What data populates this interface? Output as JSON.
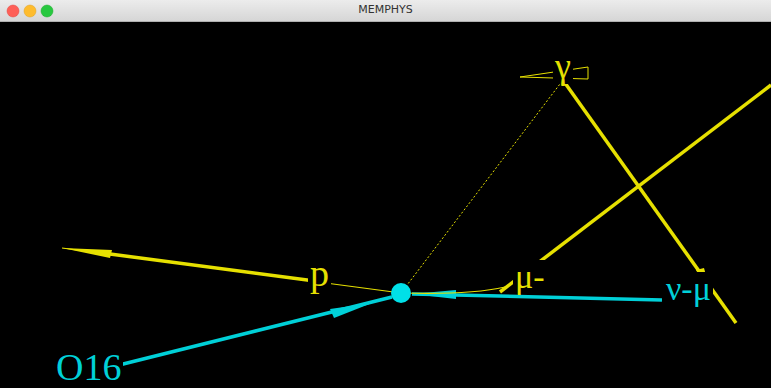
{
  "diagram": {
    "title": "MEMPHYS",
    "labels": [
      "γ",
      "p",
      "μ-",
      "ν-μ",
      "O16"
    ]
  }
}
